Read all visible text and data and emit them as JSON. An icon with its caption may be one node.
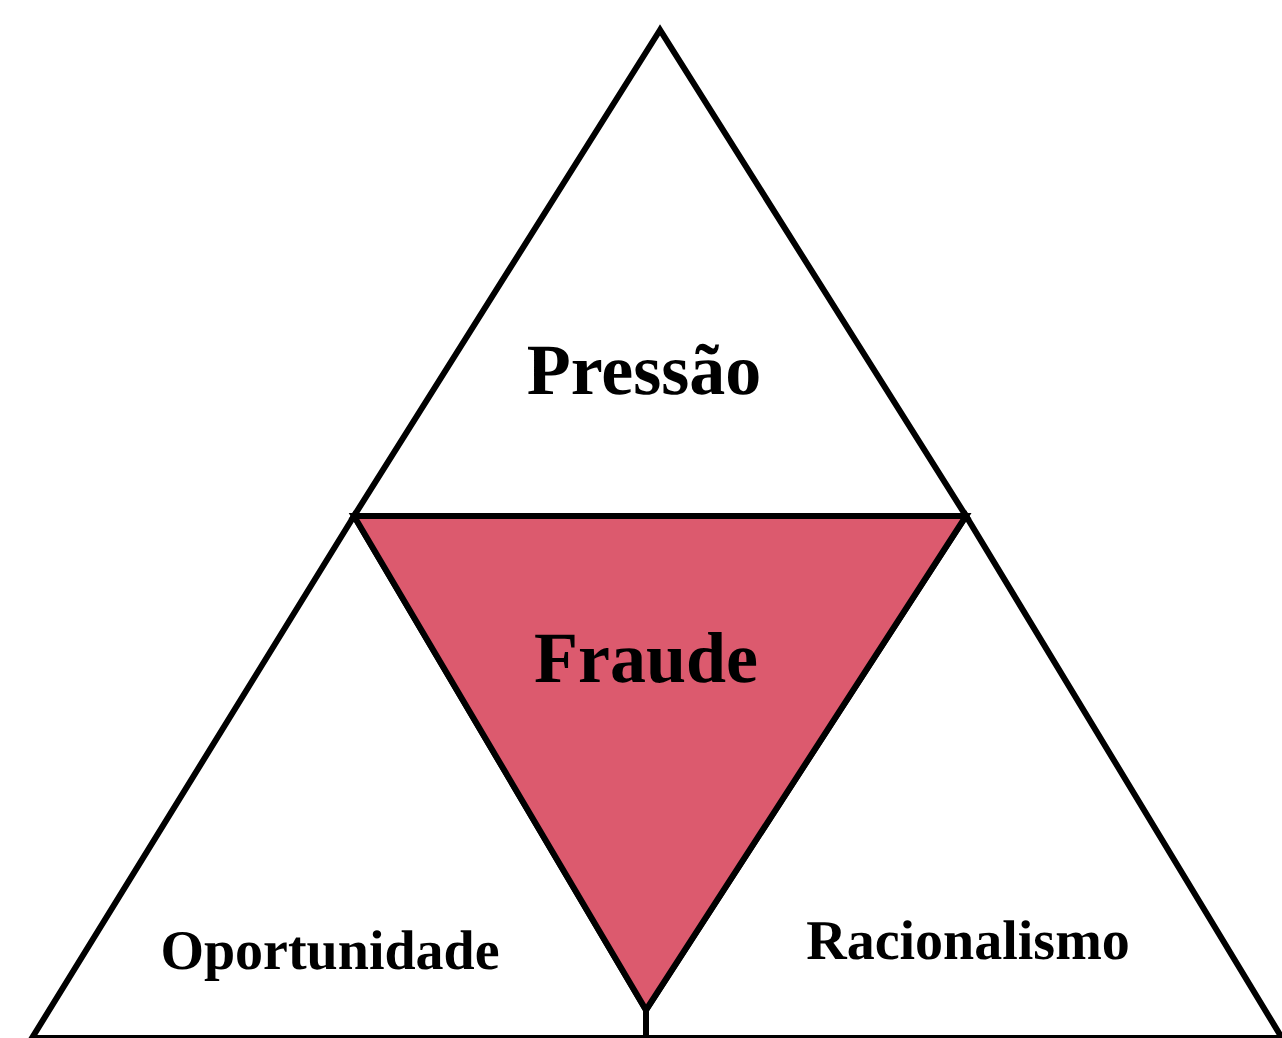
{
  "diagram": {
    "nodes": [
      {
        "text": [
          "Pressão"
        ]
      },
      {
        "text": [
          "Fraude"
        ]
      },
      {
        "text": [
          "Oportunidade"
        ]
      },
      {
        "text": [
          "Racionalismo"
        ]
      }
    ]
  }
}
